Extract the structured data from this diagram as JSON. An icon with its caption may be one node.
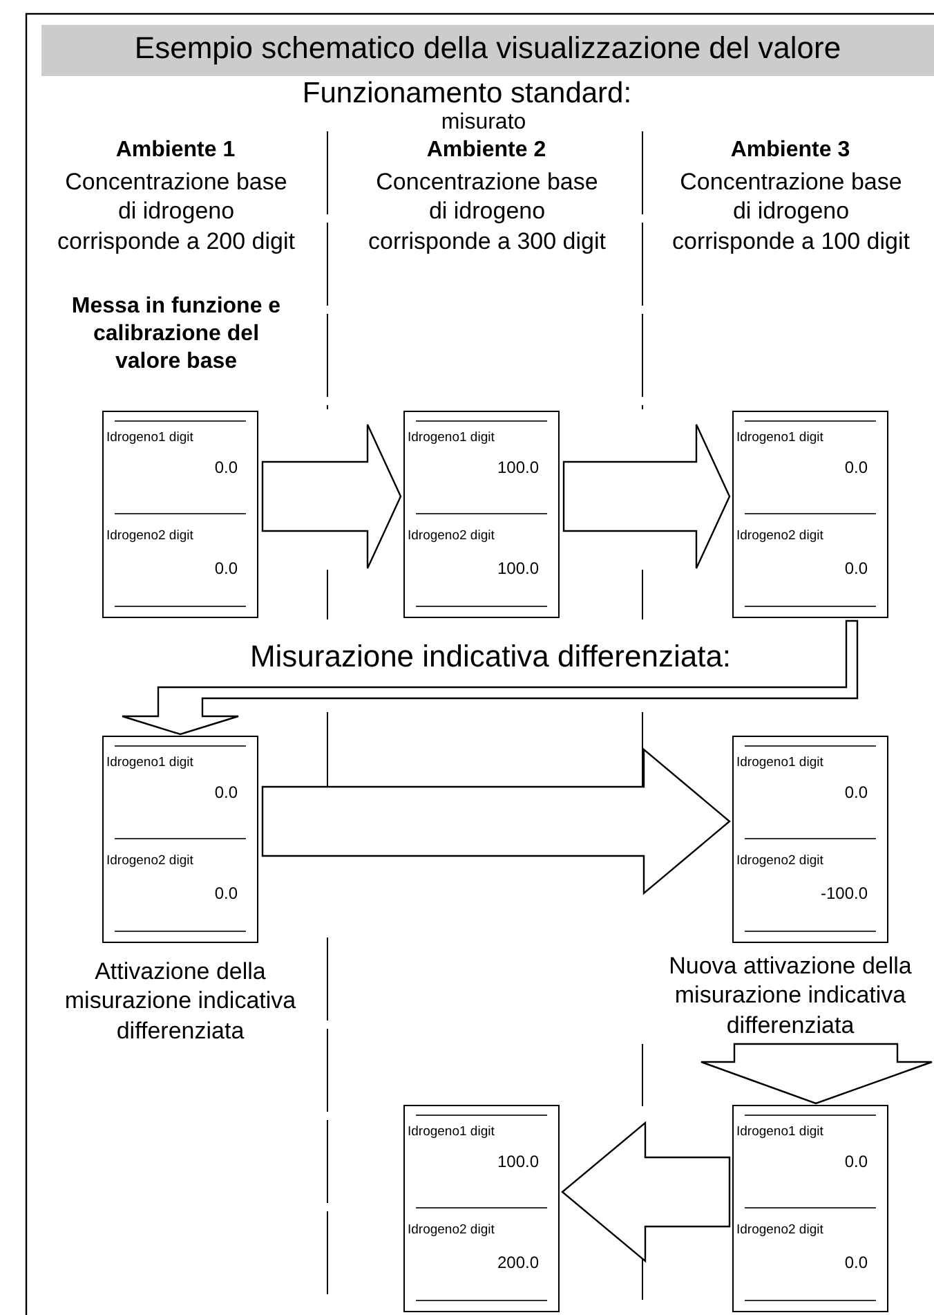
{
  "diagram": {
    "title": "Esempio schematico della visualizzazione del valore",
    "nodes": [
      {
        "text": [
          "Idrogeno1 digit",
          "0.0",
          "Idrogeno2 digit",
          "0.0"
        ]
      },
      {
        "text": [
          "Idrogeno1 digit",
          "100.0",
          "Idrogeno2 digit",
          "100.0"
        ]
      },
      {
        "text": [
          "Idrogeno1 digit",
          "0.0",
          "Idrogeno2 digit",
          "0.0"
        ]
      },
      {
        "text": [
          "Idrogeno1 digit",
          "0.0",
          "Idrogeno2 digit",
          "0.0"
        ],
        "beside": [
          "Attivazione della misurazione indicativa differenziata"
        ]
      },
      {
        "text": [
          "Idrogeno1 digit",
          "0.0",
          "Idrogeno2 digit",
          "-100.0"
        ]
      },
      {
        "text": [
          "Nuova attivazione della misurazione indicativa differenziata"
        ]
      },
      {
        "text": [
          "Idrogeno1 digit",
          "100.0",
          "Idrogeno2 digit",
          "200.0"
        ]
      },
      {
        "text": [
          "Idrogeno1 digit",
          "0.0",
          "Idrogeno2 digit",
          "0.0"
        ]
      }
    ],
    "edges": [
      {
        "from": 0,
        "to": 1,
        "arrow": "to"
      },
      {
        "from": 1,
        "to": 2,
        "arrow": "to"
      },
      {
        "from": 2,
        "to": 3,
        "arrow": "to"
      },
      {
        "from": 3,
        "to": 4,
        "arrow": "to"
      },
      {
        "from": 5,
        "to": 7,
        "arrow": "to"
      },
      {
        "from": 7,
        "to": 6,
        "arrow": "to"
      }
    ],
    "labels": [
      "Funzionamento standard:",
      "misurato",
      "Ambiente 1",
      "Ambiente 2",
      "Ambiente 3",
      "Concentrazione base di idrogeno corrisponde a 200 digit",
      "Concentrazione base di idrogeno corrisponde a 300 digit",
      "Concentrazione base di idrogeno corrisponde a 100 digit",
      "Messa in funzione e calibrazione del valore base",
      "Misurazione indicativa differenziata:"
    ]
  }
}
